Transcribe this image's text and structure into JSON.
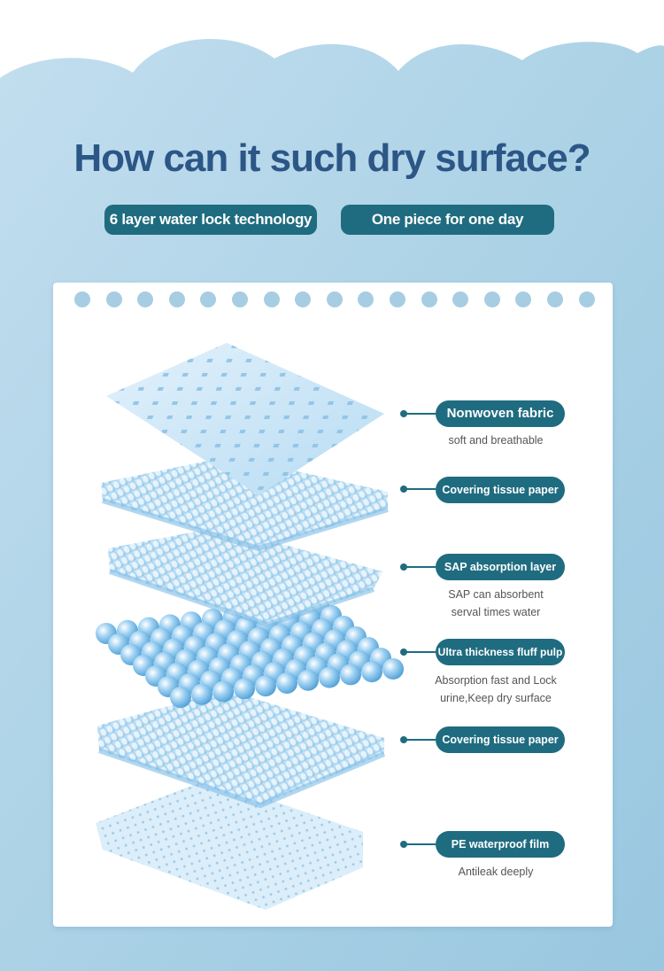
{
  "page": {
    "title": "How can it such dry surface?",
    "pills": [
      "6 layer water lock technology",
      "One piece for one day"
    ],
    "colors": {
      "accent": "#1f6c80",
      "title": "#2c5686",
      "background": "#a8cfe4",
      "hole": "#a7cde3"
    }
  },
  "layers": [
    {
      "name": "Nonwoven fabric",
      "desc": [
        "soft and breathable"
      ]
    },
    {
      "name": "Covering tissue paper",
      "desc": []
    },
    {
      "name": "SAP absorption layer",
      "desc": [
        "SAP can absorbent",
        "serval times water"
      ]
    },
    {
      "name": "Ultra thickness fluff pulp",
      "desc": [
        "Absorption fast and Lock",
        "urine,Keep dry surface"
      ]
    },
    {
      "name": "Covering tissue paper",
      "desc": []
    },
    {
      "name": "PE waterproof film",
      "desc": [
        "Antileak deeply"
      ]
    }
  ]
}
